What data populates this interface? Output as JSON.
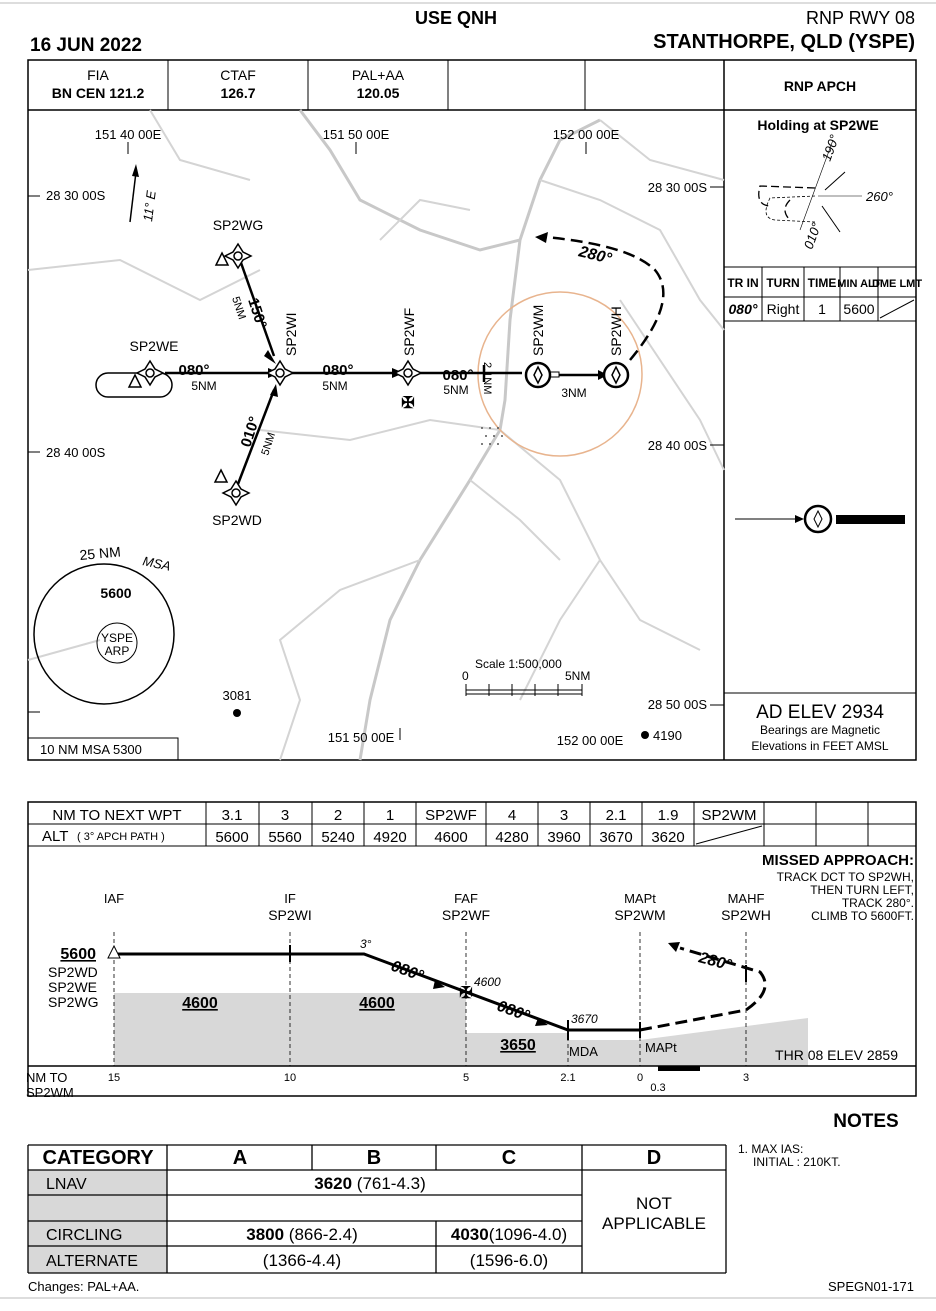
{
  "header": {
    "use_qnh": "USE QNH",
    "procedure": "RNP RWY 08",
    "date": "16 JUN 2022",
    "airport": "STANTHORPE, QLD (YSPE)"
  },
  "freq": [
    {
      "label": "FIA",
      "value": "BN CEN  121.2"
    },
    {
      "label": "CTAF",
      "value": "126.7"
    },
    {
      "label": "PAL+AA",
      "value": "120.05"
    }
  ],
  "approach_type": "RNP APCH",
  "map": {
    "lon_labels": [
      "151 40 00E",
      "151 50 00E",
      "152 00 00E",
      "151 50 00E",
      "152 00 00E"
    ],
    "lat_labels": [
      "28 30 00S",
      "28 30 00S",
      "28 40 00S",
      "28 40 00S",
      "28 50 00S"
    ],
    "variation": "11° E",
    "waypoints": {
      "wg": "SP2WG",
      "we": "SP2WE",
      "wi": "SP2WI",
      "wf": "SP2WF",
      "wm": "SP2WM",
      "wh": "SP2WH",
      "wd": "SP2WD"
    },
    "legs": {
      "we_wi_trk": "080°",
      "we_wi_dist": "5NM",
      "wi_wf_trk": "080°",
      "wi_wf_dist": "5NM",
      "wf_wm_trk": "080°",
      "wf_wm_dist": "5NM",
      "wg_trk": "150°",
      "wg_dist": "5NM",
      "wd_trk": "010°",
      "wd_dist": "5NM",
      "wm_wh_dist": "3NM",
      "stepdown": "2.1NM",
      "missed_trk": "280°"
    },
    "msa": {
      "title": "25 NM",
      "msa": "MSA",
      "alt": "5600",
      "center": "YSPE",
      "center2": "ARP",
      "ten_nm": "10 NM MSA 5300"
    },
    "spot": [
      "3081",
      "4190"
    ],
    "scale": {
      "label": "Scale 1:500,000",
      "zero": "0",
      "five": "5NM"
    }
  },
  "holding": {
    "title": "Holding at SP2WE",
    "bearings": [
      "190°",
      "260°",
      "010°"
    ],
    "headers": [
      "TR IN",
      "TURN",
      "TIME",
      "MIN ALT",
      "DME LMT"
    ],
    "values": [
      "080°",
      "Right",
      "1",
      "5600",
      ""
    ]
  },
  "aerodrome": {
    "elev": "AD ELEV 2934",
    "note1": "Bearings are Magnetic",
    "note2": "Elevations in FEET AMSL"
  },
  "descent_table": {
    "row1_label": "NM TO NEXT WPT",
    "row1": [
      "3.1",
      "3",
      "2",
      "1",
      "SP2WF",
      "4",
      "3",
      "2.1",
      "1.9",
      "SP2WM"
    ],
    "row2_label": "ALT",
    "row2_sub": "( 3° APCH PATH )",
    "row2": [
      "5600",
      "5560",
      "5240",
      "4920",
      "4600",
      "4280",
      "3960",
      "3670",
      "3620"
    ]
  },
  "profile": {
    "missed_title": "MISSED APPROACH:",
    "missed": [
      "TRACK DCT TO SP2WH,",
      "THEN TURN LEFT,",
      "TRACK 280°.",
      "CLIMB TO 5600FT."
    ],
    "fixes": [
      {
        "role": "IAF",
        "name": ""
      },
      {
        "role": "IF",
        "name": "SP2WI"
      },
      {
        "role": "FAF",
        "name": "SP2WF"
      },
      {
        "role": "MAPt",
        "name": "SP2WM"
      },
      {
        "role": "MAHF",
        "name": "SP2WH"
      }
    ],
    "iaf_alt": "5600",
    "iaf_names": [
      "SP2WD",
      "SP2WE",
      "SP2WG"
    ],
    "seg_alts": [
      "4600",
      "4600",
      "3650"
    ],
    "gp": "3°",
    "trk1": "080°",
    "trk2": "080°",
    "faf_alt": "4600",
    "sd_alt": "3670",
    "mda": "MDA",
    "mapt": "MAPt",
    "missed_trk": "280°",
    "thr": "THR 08 ELEV 2859",
    "axis_label": [
      "NM TO",
      "SP2WM"
    ],
    "ticks": [
      "15",
      "10",
      "5",
      "2.1",
      "0",
      "0.3",
      "3"
    ]
  },
  "notes": {
    "title": "NOTES",
    "items": [
      "1. MAX IAS:",
      "INITIAL  : 210KT."
    ]
  },
  "minima": {
    "cat_label": "CATEGORY",
    "cats": [
      "A",
      "B",
      "C",
      "D"
    ],
    "lnav": {
      "label": "LNAV",
      "alt": "3620",
      "detail": " (761-4.3)"
    },
    "circling": {
      "label": "CIRCLING",
      "ab_alt": "3800",
      "ab_detail": "  (866-2.4)",
      "c_alt": "4030",
      "c_detail": "(1096-4.0)"
    },
    "alternate": {
      "label": "ALTERNATE",
      "ab": "(1366-4.4)",
      "c": "(1596-6.0)"
    },
    "d": [
      "NOT",
      "APPLICABLE"
    ]
  },
  "footer": {
    "changes": "Changes: PAL+AA.",
    "code": "SPEGN01-171"
  },
  "colors": {
    "msa_ring": "#e8b48e",
    "terrain": "#d8d8d8",
    "roads": "#c8c8c8"
  }
}
